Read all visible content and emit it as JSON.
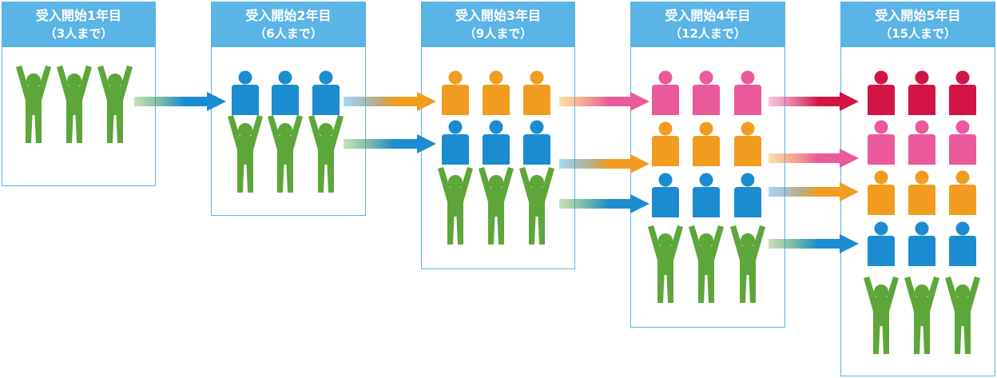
{
  "stages": [
    {
      "title": "受入開始1年目",
      "subtitle": "（3人まで）"
    },
    {
      "title": "受入開始2年目",
      "subtitle": "（6人まで）"
    },
    {
      "title": "受入開始3年目",
      "subtitle": "（9人まで）"
    },
    {
      "title": "受入開始4年目",
      "subtitle": "（12人まで）"
    },
    {
      "title": "受入開始5年目",
      "subtitle": "（15人まで）"
    }
  ],
  "colors": {
    "header": "#5ab4e5",
    "border": "#5ab4e5",
    "green": "#5da63a",
    "blue": "#1a8ccf",
    "orange": "#f29c1f",
    "pink": "#ea5a9c",
    "red": "#d21445"
  },
  "cohorts_per_stage": [
    [
      "green"
    ],
    [
      "blue",
      "green"
    ],
    [
      "orange",
      "blue",
      "green"
    ],
    [
      "pink",
      "orange",
      "blue",
      "green"
    ],
    [
      "red",
      "pink",
      "orange",
      "blue",
      "green"
    ]
  ]
}
